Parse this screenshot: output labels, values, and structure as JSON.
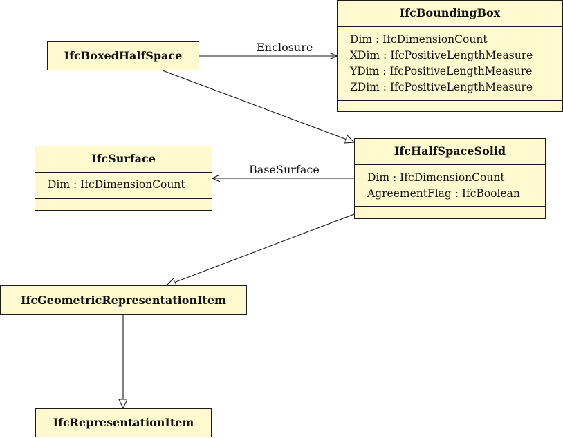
{
  "classes": {
    "bounding_box": {
      "name": "IfcBoundingBox",
      "attributes": [
        "Dim : IfcDimensionCount",
        "XDim : IfcPositiveLengthMeasure",
        "YDim : IfcPositiveLengthMeasure",
        "ZDim : IfcPositiveLengthMeasure"
      ]
    },
    "boxed_half_space": {
      "name": "IfcBoxedHalfSpace"
    },
    "surface": {
      "name": "IfcSurface",
      "attributes": [
        "Dim : IfcDimensionCount"
      ]
    },
    "half_space_solid": {
      "name": "IfcHalfSpaceSolid",
      "attributes": [
        "Dim : IfcDimensionCount",
        "AgreementFlag : IfcBoolean"
      ]
    },
    "geometric_representation_item": {
      "name": "IfcGeometricRepresentationItem"
    },
    "representation_item": {
      "name": "IfcRepresentationItem"
    }
  },
  "associations": {
    "enclosure": "Enclosure",
    "base_surface": "BaseSurface"
  },
  "colors": {
    "box_fill": "#fff9d0",
    "stroke": "#1a1a1a"
  }
}
